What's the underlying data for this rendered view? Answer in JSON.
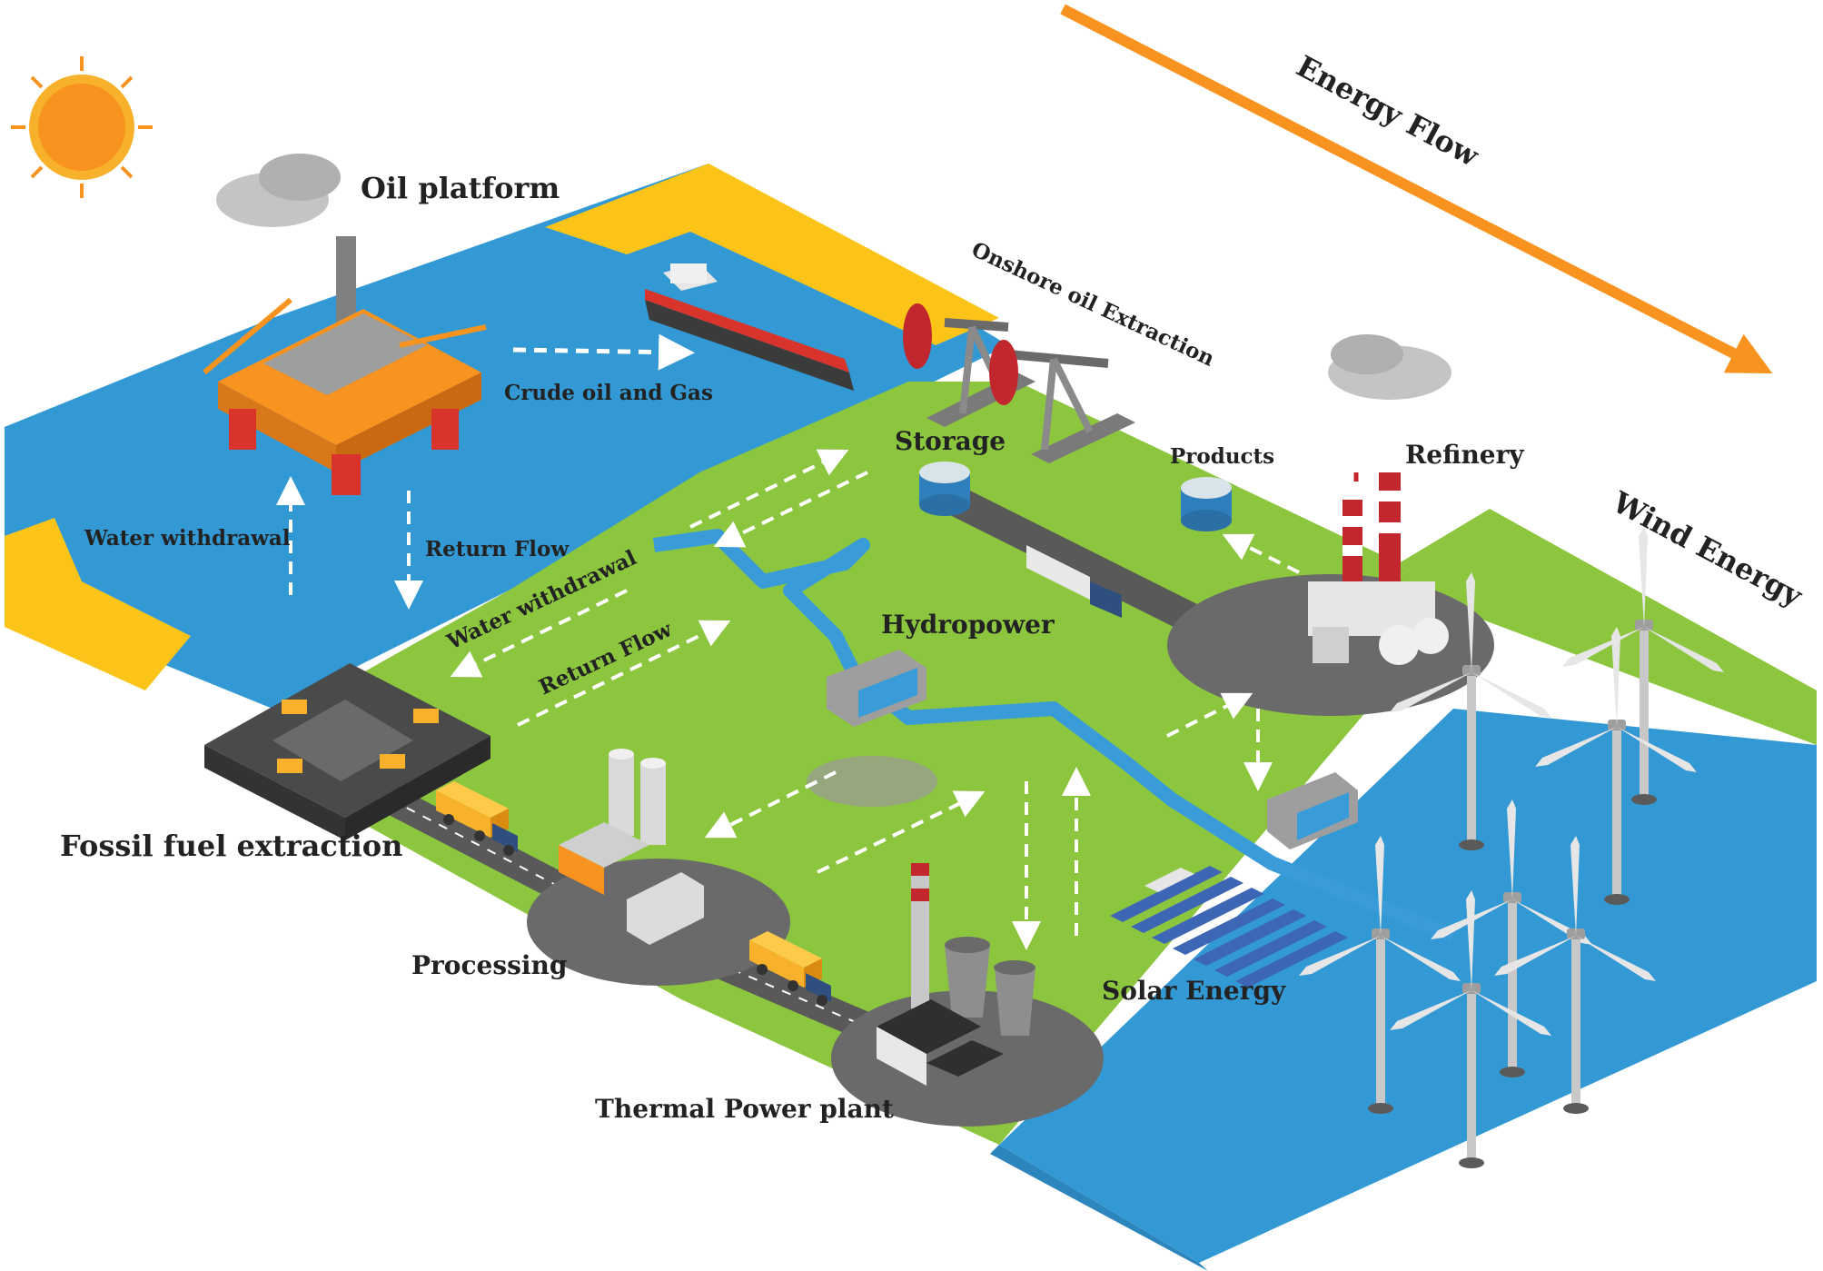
{
  "labels": {
    "energy_flow": "Energy Flow",
    "oil_platform": "Oil platform",
    "crude_oil_gas": "Crude oil and Gas",
    "onshore_oil": "Onshore oil Extraction",
    "storage": "Storage",
    "products": "Products",
    "refinery": "Refinery",
    "wind_energy": "Wind Energy",
    "water_withdrawal_sea": "Water withdrawal",
    "return_flow_sea": "Return Flow",
    "water_withdrawal_land": "Water withdrawal",
    "return_flow_land": "Return Flow",
    "hydropower": "Hydropower",
    "fossil_fuel": "Fossil fuel extraction",
    "processing": "Processing",
    "thermal_power": "Thermal Power plant",
    "solar_energy": "Solar Energy"
  },
  "colors": {
    "sea": "#3399d4",
    "land": "#8cc63f",
    "sand": "#fcc419",
    "arrow_orange": "#f7931e",
    "sun": "#f7931e",
    "road": "#595959",
    "pad": "#6a6a6a",
    "river": "#3a9bd9",
    "smoke": "#bdbdbd",
    "chimney_red": "#c1272d",
    "rig_orange": "#f7931e",
    "ship_red": "#d9342b"
  },
  "icons": {
    "sun": "sun-icon",
    "oil_platform": "oil-platform-icon",
    "tanker": "oil-tanker-icon",
    "pumpjack": "pumpjack-icon",
    "storage_tank": "storage-tank-icon",
    "refinery": "refinery-icon",
    "wind_turbine": "wind-turbine-icon",
    "dam": "dam-icon",
    "mine": "open-pit-mine-icon",
    "processing": "processing-plant-icon",
    "power_plant": "thermal-power-plant-icon",
    "solar_panel": "solar-panel-icon",
    "truck": "truck-icon"
  }
}
